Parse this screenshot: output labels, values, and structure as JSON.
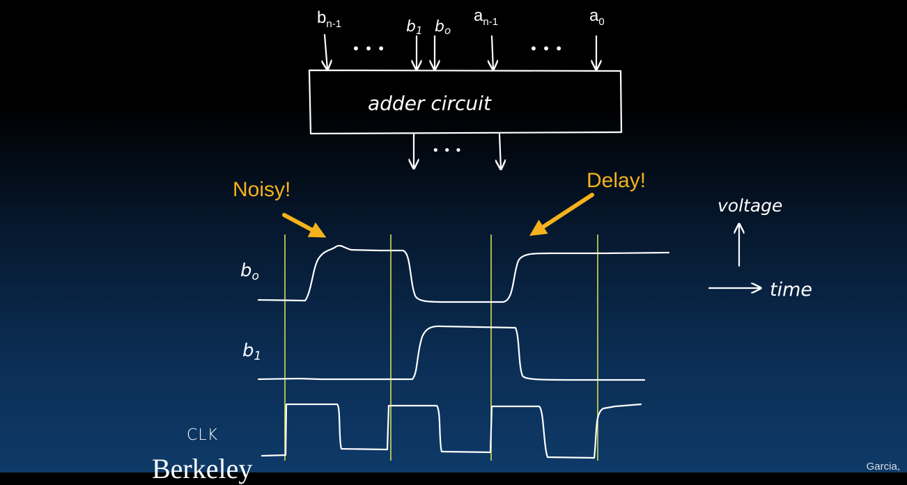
{
  "inputs": {
    "b_high": {
      "base": "b",
      "sub": "n-1"
    },
    "b1": {
      "base": "b",
      "sub": "1"
    },
    "b0": {
      "base": "b",
      "sub": "o"
    },
    "a_high": {
      "base": "a",
      "sub": "n-1"
    },
    "a0": {
      "base": "a",
      "sub": "0"
    },
    "ellipsis": "• • •"
  },
  "box_label": "adder circuit",
  "callouts": {
    "noisy": "Noisy!",
    "delay": "Delay!"
  },
  "signals": {
    "b0": {
      "base": "b",
      "sub": "o"
    },
    "b1": {
      "base": "b",
      "sub": "1"
    },
    "clk": "CLK"
  },
  "axes": {
    "voltage": "voltage",
    "time": "time"
  },
  "footer": {
    "left": "Berkeley",
    "right": "Garcia,"
  },
  "colors": {
    "callout": "#f6b21c",
    "clock_line": "#d6e04e",
    "wire": "#ffffff"
  }
}
